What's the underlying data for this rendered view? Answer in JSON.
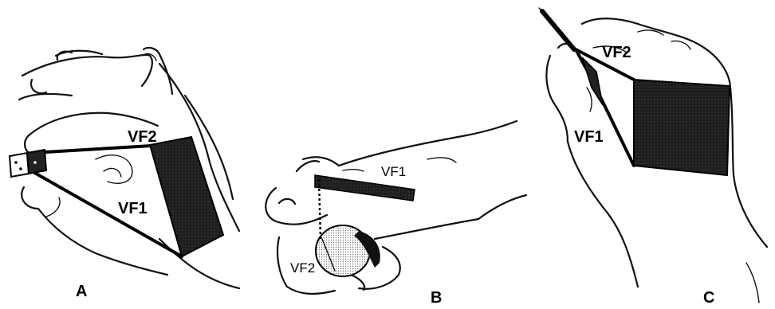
{
  "panels": [
    {
      "id": "A",
      "caption": "A",
      "labels": {
        "vf2": "VF2",
        "vf1": "VF1"
      }
    },
    {
      "id": "B",
      "caption": "B",
      "labels": {
        "vf1": "VF1",
        "vf2": "VF2"
      }
    },
    {
      "id": "C",
      "caption": "C",
      "labels": {
        "vf2": "VF2",
        "vf1": "VF1"
      }
    }
  ],
  "colors": {
    "ink": "#111111",
    "shade": "#1a1a1a",
    "paper": "#ffffff"
  }
}
